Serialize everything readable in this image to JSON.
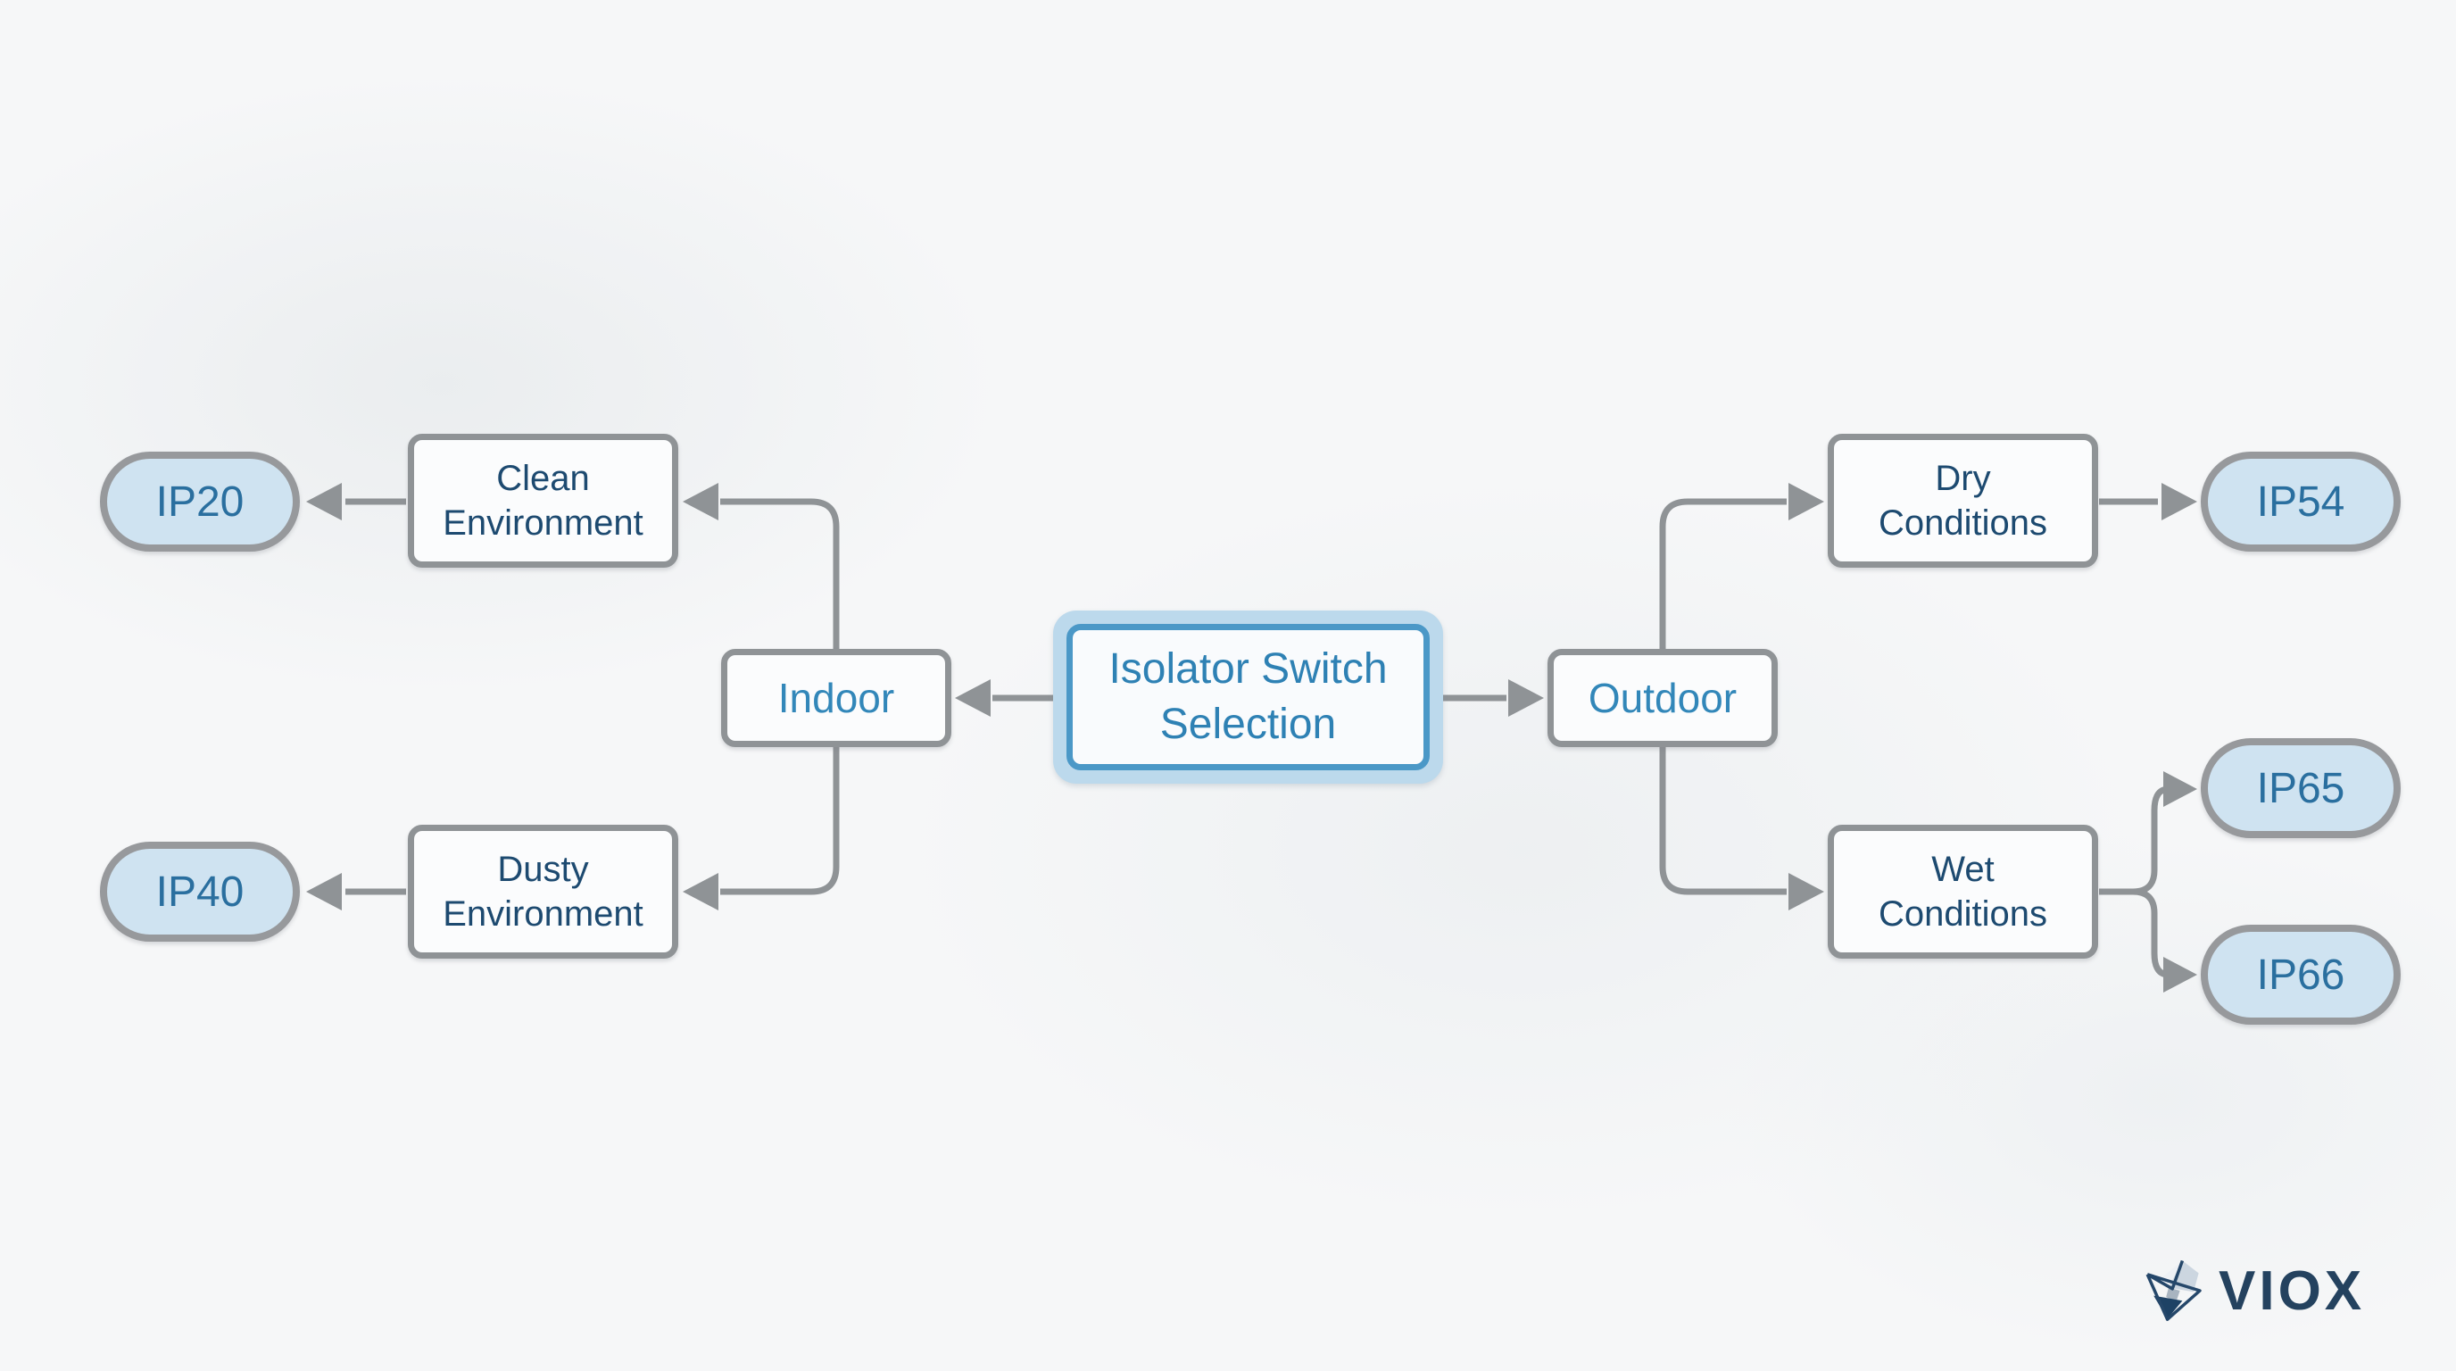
{
  "diagram": {
    "nodes": {
      "root": "Isolator Switch Selection",
      "indoor": "Indoor",
      "outdoor": "Outdoor",
      "clean": "Clean Environment",
      "dusty": "Dusty Environment",
      "dry": "Dry Conditions",
      "wet": "Wet Conditions",
      "ip20": "IP20",
      "ip40": "IP40",
      "ip54": "IP54",
      "ip65": "IP65",
      "ip66": "IP66"
    },
    "edges": [
      {
        "from": "Isolator Switch Selection",
        "to": "Indoor"
      },
      {
        "from": "Isolator Switch Selection",
        "to": "Outdoor"
      },
      {
        "from": "Indoor",
        "to": "Clean Environment"
      },
      {
        "from": "Indoor",
        "to": "Dusty Environment"
      },
      {
        "from": "Clean Environment",
        "to": "IP20"
      },
      {
        "from": "Dusty Environment",
        "to": "IP40"
      },
      {
        "from": "Outdoor",
        "to": "Dry Conditions"
      },
      {
        "from": "Outdoor",
        "to": "Wet Conditions"
      },
      {
        "from": "Dry Conditions",
        "to": "IP54"
      },
      {
        "from": "Wet Conditions",
        "to": "IP65"
      },
      {
        "from": "Wet Conditions",
        "to": "IP66"
      }
    ],
    "colors": {
      "root_border": "#4b98c7",
      "root_halo": "#bcd9ec",
      "root_text": "#2e81b4",
      "branch_text": "#3287b9",
      "env_text": "#1d4a70",
      "ip_text": "#2a6f9f",
      "ip_fill": "#cfe3f1",
      "connector_gray": "#8f9396",
      "logo_navy": "#24425f"
    }
  },
  "logo": {
    "text": "VIOX"
  }
}
